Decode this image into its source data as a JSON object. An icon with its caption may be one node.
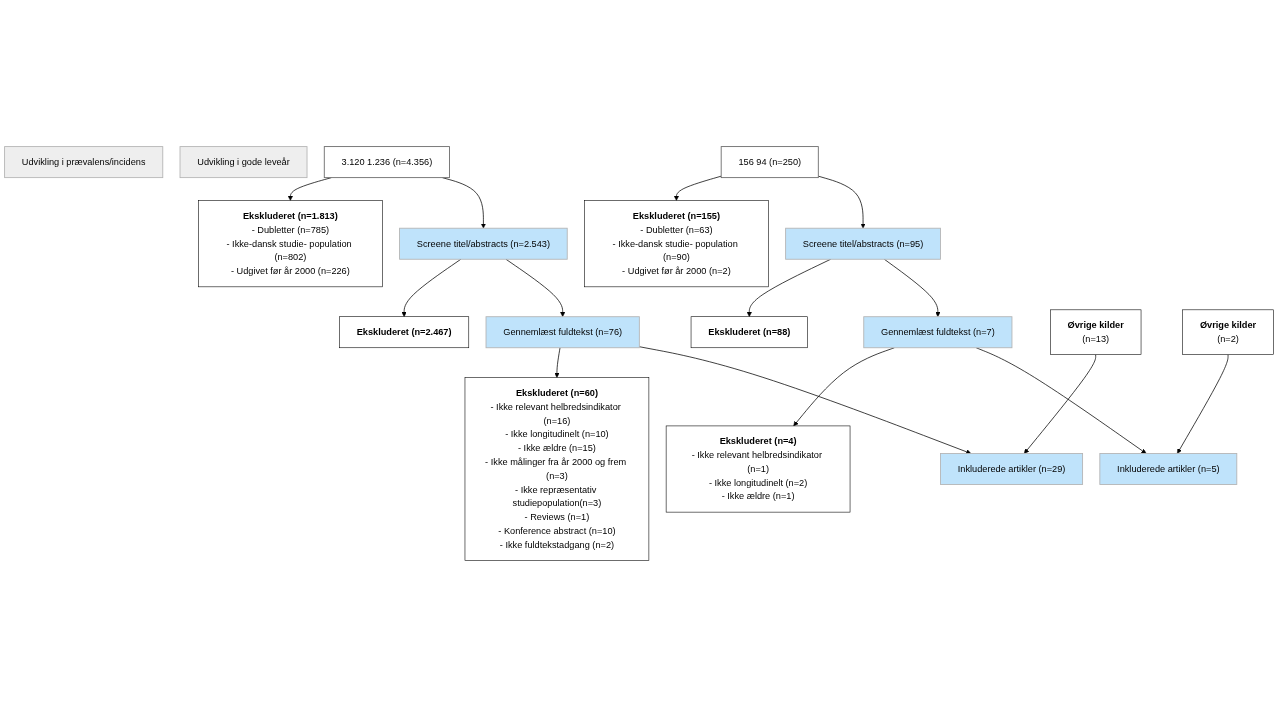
{
  "diagram": {
    "nodes": [
      {
        "text": [
          "Udvikling i prævalens/incidens"
        ]
      },
      {
        "text": [
          "Udvikling i gode leveår"
        ]
      },
      {
        "text": [
          "3.120 1.236 (n=4.356)"
        ]
      },
      {
        "text": [
          "156 94 (n=250)"
        ]
      },
      {
        "text": [
          "Ekskluderet (n=1.813)",
          "- Dubletter (n=785)",
          "- Ikke-dansk studie- population (n=802)",
          "- Udgivet før år 2000 (n=226)"
        ]
      },
      {
        "text": [
          "Ekskluderet (n=155)",
          "- Dubletter (n=63)",
          "- Ikke-dansk studie- population (n=90)",
          "- Udgivet før år 2000 (n=2)"
        ]
      },
      {
        "text": [
          "Screene titel/abstracts (n=2.543)"
        ]
      },
      {
        "text": [
          "Screene titel/abstracts (n=95)"
        ]
      },
      {
        "text": [
          "Ekskluderet (n=2.467)"
        ]
      },
      {
        "text": [
          "Ekskluderet (n=88)"
        ]
      },
      {
        "text": [
          "Gennemlæst fuldtekst (n=76)"
        ]
      },
      {
        "text": [
          "Gennemlæst fuldtekst (n=7)"
        ]
      },
      {
        "text": [
          "Ekskluderet (n=60)",
          "- Ikke relevant helbredsindikator (n=16)",
          "- Ikke longitudinelt (n=10)",
          "- Ikke ældre (n=15)",
          "- Ikke målinger fra år 2000 og frem (n=3)",
          "- Ikke repræsentativ studiepopulation(n=3)",
          "- Reviews (n=1)",
          "- Konference abstract (n=10)",
          "- Ikke fuldtekstadgang (n=2)"
        ]
      },
      {
        "text": [
          "Øvrige kilder",
          "(n=13)"
        ]
      },
      {
        "text": [
          "Øvrige kilder",
          "(n=2)"
        ]
      },
      {
        "text": [
          "Ekskluderet (n=4)",
          "- Ikke relevant helbredsindikator (n=1)",
          "- Ikke longitudinelt (n=2)",
          "- Ikke ældre (n=1)"
        ]
      },
      {
        "text": [
          "Inkluderede artikler (n=29)"
        ]
      },
      {
        "text": [
          "Inkluderede artikler (n=5)"
        ]
      }
    ],
    "edges": [
      {
        "from": 2,
        "to": 6,
        "arrow": "to"
      },
      {
        "from": 2,
        "to": 4,
        "arrow": "to"
      },
      {
        "from": 6,
        "to": 10,
        "arrow": "to"
      },
      {
        "from": 6,
        "to": 8,
        "arrow": "to"
      },
      {
        "from": 10,
        "to": 16,
        "arrow": "to"
      },
      {
        "from": 10,
        "to": 12,
        "arrow": "to"
      },
      {
        "from": 13,
        "to": 16,
        "arrow": "to"
      },
      {
        "from": 3,
        "to": 7,
        "arrow": "to"
      },
      {
        "from": 3,
        "to": 5,
        "arrow": "to"
      },
      {
        "from": 7,
        "to": 11,
        "arrow": "to"
      },
      {
        "from": 7,
        "to": 9,
        "arrow": "to"
      },
      {
        "from": 11,
        "to": 17,
        "arrow": "to"
      },
      {
        "from": 11,
        "to": 15,
        "arrow": "to"
      },
      {
        "from": 14,
        "to": 17,
        "arrow": "to"
      }
    ]
  }
}
